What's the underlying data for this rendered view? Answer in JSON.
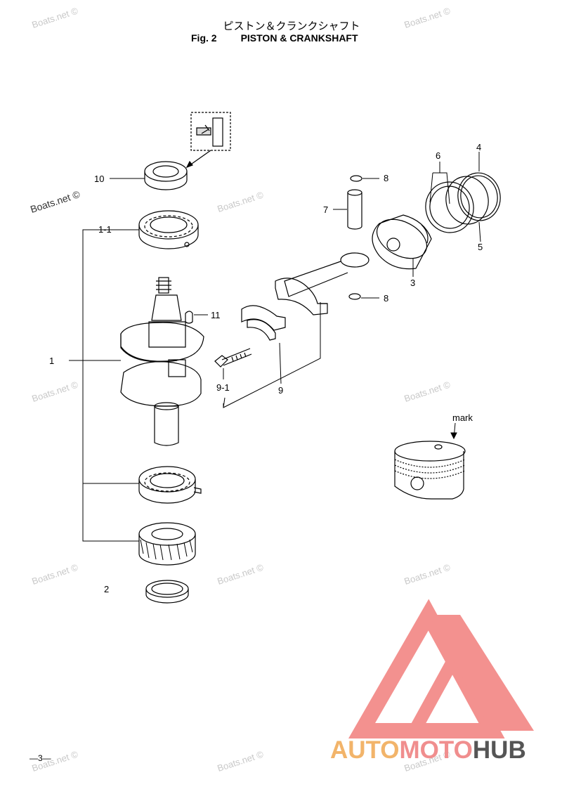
{
  "header": {
    "title_jp": "ピストン＆クランクシャフト",
    "fig_label": "Fig. 2",
    "title_en": "PISTON & CRANKSHAFT"
  },
  "watermark_text": "Boats.net ©",
  "callouts": {
    "p1": "1",
    "p1_1": "1-1",
    "p2": "2",
    "p3": "3",
    "p4": "4",
    "p5": "5",
    "p6": "6",
    "p7": "7",
    "p8a": "8",
    "p8b": "8",
    "p9": "9",
    "p9_1": "9-1",
    "p10": "10",
    "p11": "11",
    "mark": "mark"
  },
  "page_number": "—3—",
  "brand": {
    "part1": "AUTO",
    "part2": "MOTO",
    "part3": "HUB",
    "color1": "#f2b46a",
    "color2": "#f08e8e",
    "color3": "#555555",
    "logo_color": "#f3918f"
  }
}
